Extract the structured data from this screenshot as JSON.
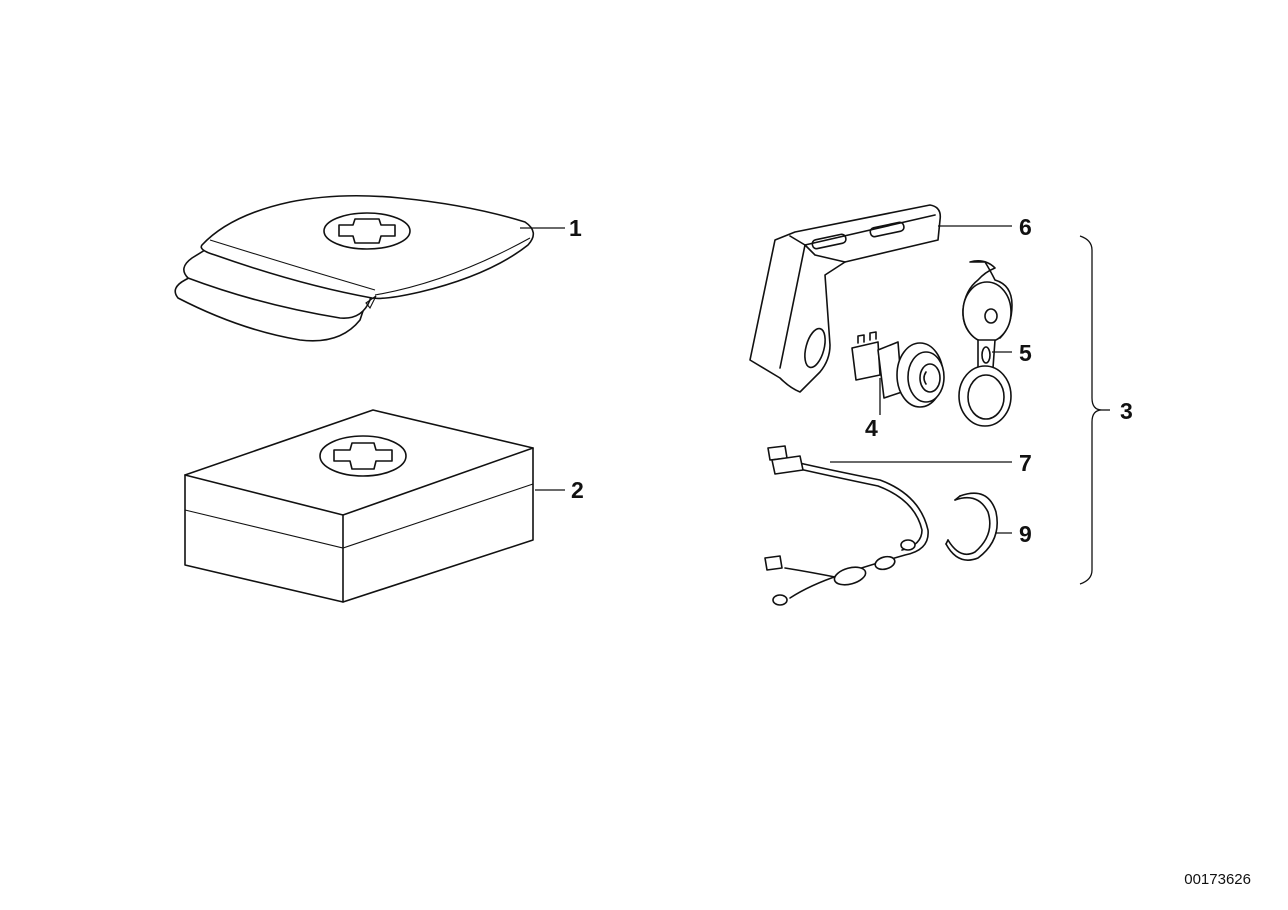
{
  "diagram": {
    "callouts": {
      "p1": "1",
      "p2": "2",
      "p3": "3",
      "p4": "4",
      "p5": "5",
      "p6": "6",
      "p7": "7",
      "p9": "9"
    },
    "document_id": "00173626"
  }
}
